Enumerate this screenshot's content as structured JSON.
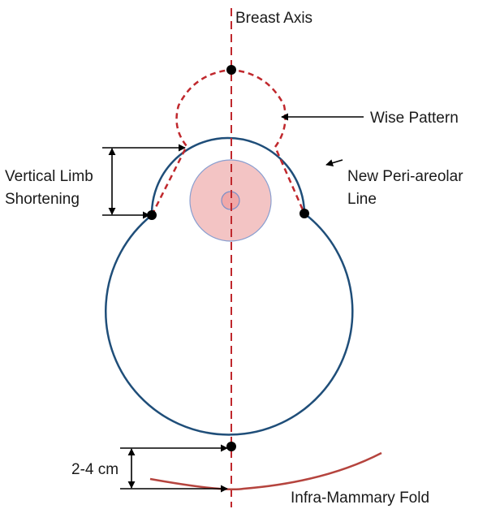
{
  "labels": {
    "breast_axis": "Breast Axis",
    "wise_pattern": "Wise Pattern",
    "new_periareolar_line_1": "New Peri-areolar",
    "new_periareolar_line_2": "Line",
    "vertical_limb_1": "Vertical Limb",
    "vertical_limb_2": "Shortening",
    "distance": "2-4 cm",
    "infra_mammary_fold": "Infra-Mammary Fold"
  },
  "colors": {
    "outline": "#1f4e79",
    "dashed": "#c0282d",
    "fold": "#b5443e",
    "areola_fill": "#f3c4c4",
    "areola_stroke": "#8a9fd0",
    "nipple_fill": "#f0a8a8",
    "arrow": "#000000",
    "point": "#000000"
  }
}
